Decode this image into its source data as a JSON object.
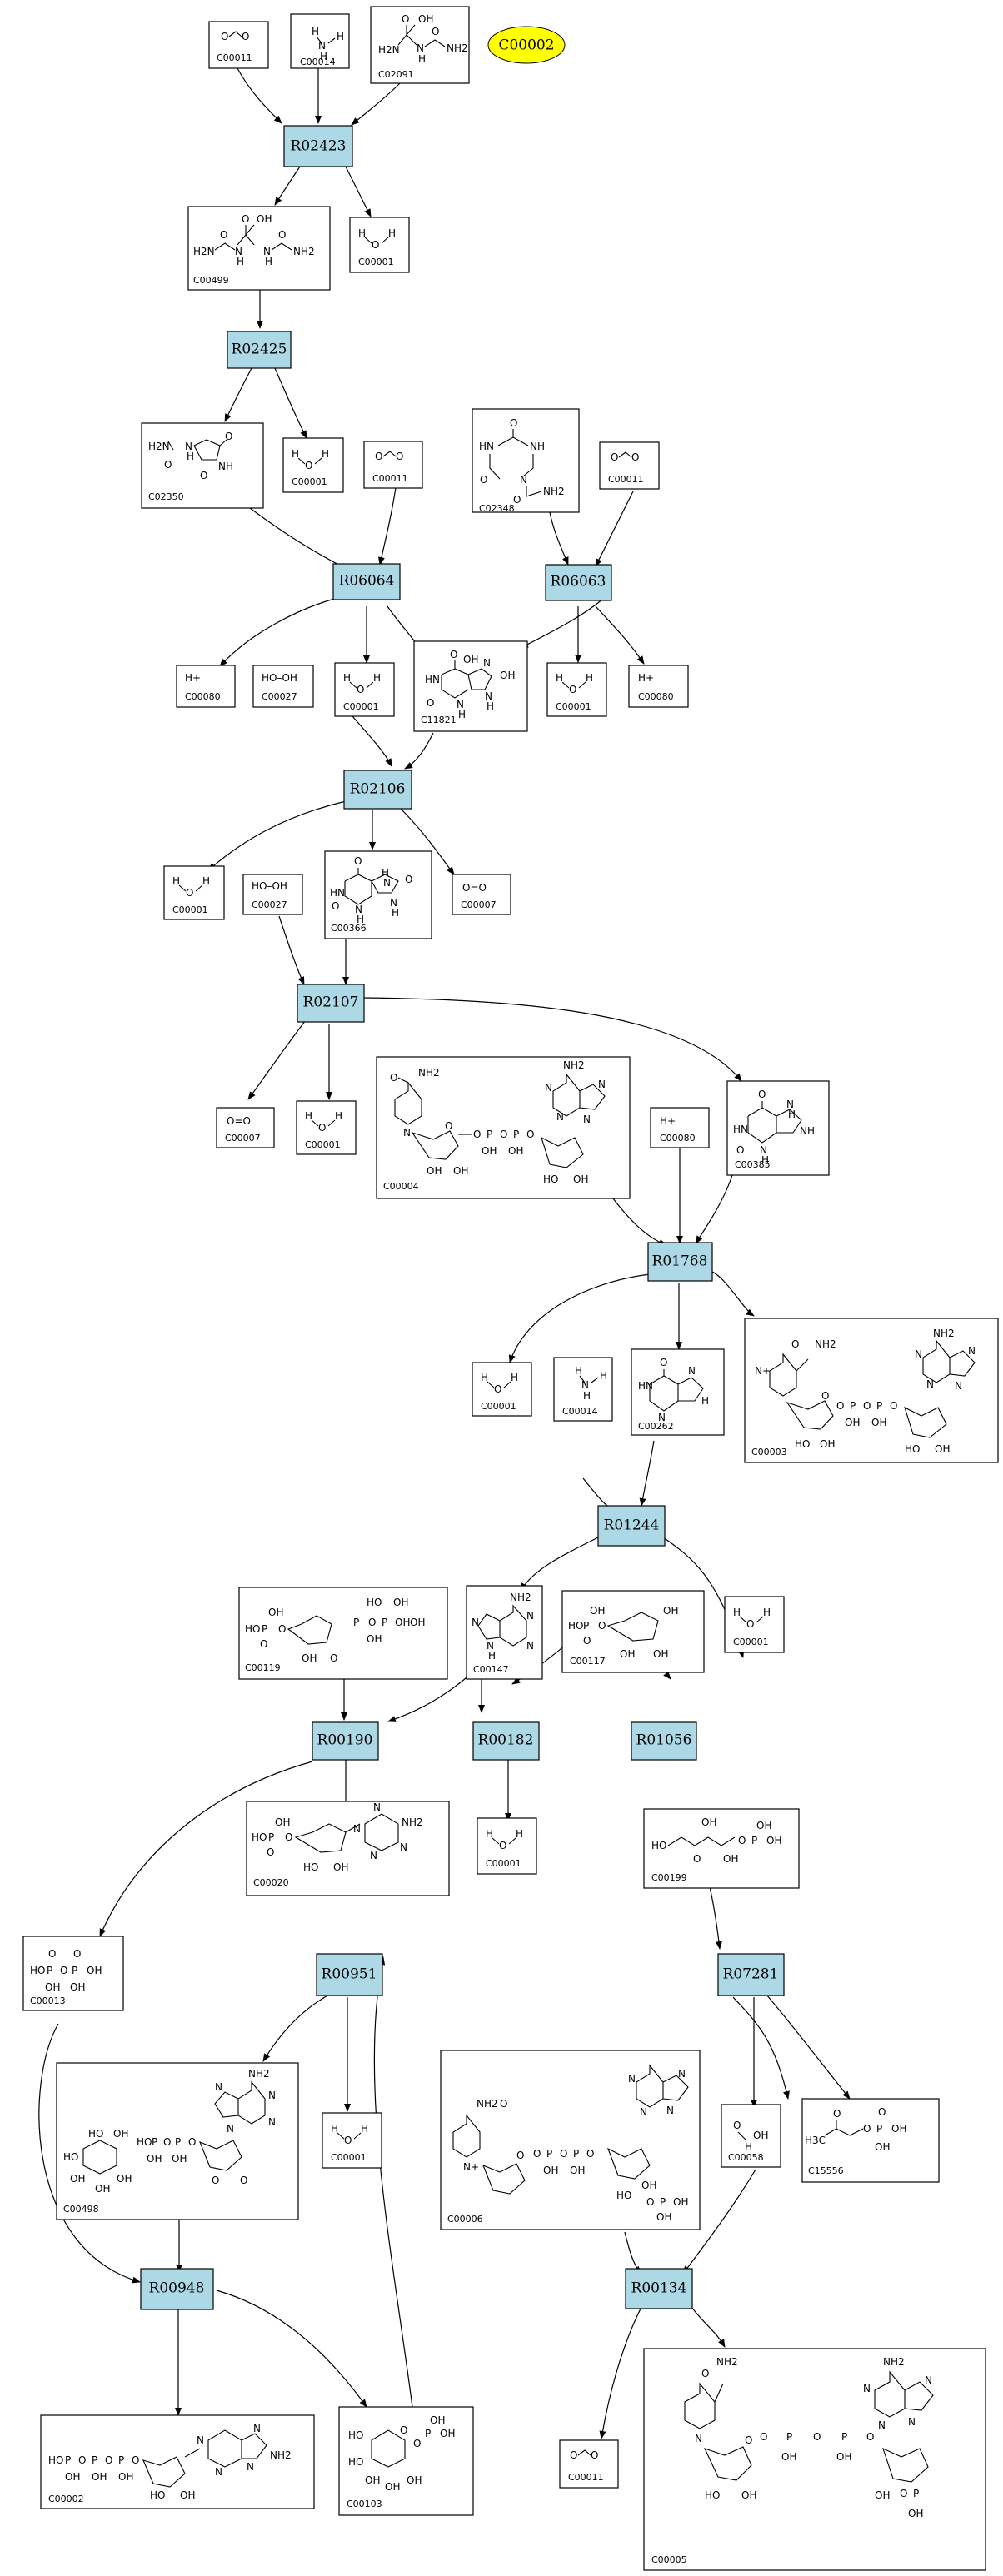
{
  "goal": {
    "id": "C00002",
    "color": "#ffff00"
  },
  "reaction_color": "#add8e6",
  "reactions": [
    {
      "id": "R02423"
    },
    {
      "id": "R02425"
    },
    {
      "id": "R06064"
    },
    {
      "id": "R06063"
    },
    {
      "id": "R02106"
    },
    {
      "id": "R02107"
    },
    {
      "id": "R01768"
    },
    {
      "id": "R01244"
    },
    {
      "id": "R00190"
    },
    {
      "id": "R00182"
    },
    {
      "id": "R01056"
    },
    {
      "id": "R00951"
    },
    {
      "id": "R07281"
    },
    {
      "id": "R00948"
    },
    {
      "id": "R00134"
    }
  ],
  "compounds": [
    {
      "key": "c00011_a",
      "id": "C00011",
      "atoms": [
        "O",
        "C",
        "O"
      ]
    },
    {
      "key": "c00014_a",
      "id": "C00014",
      "atoms": [
        "H",
        "N",
        "H",
        "H"
      ]
    },
    {
      "key": "c02091",
      "id": "C02091",
      "atoms": [
        "O",
        "OH",
        "H2N",
        "N",
        "H",
        "NH2",
        "O"
      ]
    },
    {
      "key": "c00499",
      "id": "C00499",
      "atoms": [
        "O",
        "OH",
        "H2N",
        "N",
        "H",
        "N",
        "H",
        "NH2",
        "O",
        "O"
      ]
    },
    {
      "key": "c00001_a",
      "id": "C00001",
      "atoms": [
        "H",
        "O",
        "H"
      ]
    },
    {
      "key": "c02350",
      "id": "C02350",
      "atoms": [
        "H2N",
        "N",
        "H",
        "O",
        "NH",
        "O",
        "O"
      ]
    },
    {
      "key": "c00001_b",
      "id": "C00001",
      "atoms": [
        "H",
        "O",
        "H"
      ]
    },
    {
      "key": "c00011_b",
      "id": "C00011",
      "atoms": [
        "O",
        "C",
        "O"
      ]
    },
    {
      "key": "c02348",
      "id": "C02348",
      "atoms": [
        "O",
        "HN",
        "NH",
        "O",
        "N",
        "O",
        "NH2"
      ]
    },
    {
      "key": "c00011_c",
      "id": "C00011",
      "atoms": [
        "O",
        "C",
        "O"
      ]
    },
    {
      "key": "c00080_a",
      "id": "C00080",
      "atoms": [
        "H+"
      ]
    },
    {
      "key": "c00027_a",
      "id": "C00027",
      "atoms": [
        "HO–OH"
      ]
    },
    {
      "key": "c00001_c",
      "id": "C00001",
      "atoms": [
        "H",
        "O",
        "H"
      ]
    },
    {
      "key": "c11821",
      "id": "C11821",
      "atoms": [
        "O",
        "OH",
        "HN",
        "N",
        "O",
        "N",
        "H",
        "N",
        "H",
        "OH"
      ]
    },
    {
      "key": "c00001_d",
      "id": "C00001",
      "atoms": [
        "H",
        "O",
        "H"
      ]
    },
    {
      "key": "c00080_b",
      "id": "C00080",
      "atoms": [
        "H+"
      ]
    },
    {
      "key": "c00001_e",
      "id": "C00001",
      "atoms": [
        "H",
        "O",
        "H"
      ]
    },
    {
      "key": "c00027_b",
      "id": "C00027",
      "atoms": [
        "HO–OH"
      ]
    },
    {
      "key": "c00366",
      "id": "C00366",
      "atoms": [
        "O",
        "HN",
        "H",
        "N",
        "O",
        "O",
        "N",
        "H",
        "N",
        "H"
      ]
    },
    {
      "key": "c00007_a",
      "id": "C00007",
      "atoms": [
        "O=O"
      ]
    },
    {
      "key": "c00007_b",
      "id": "C00007",
      "atoms": [
        "O=O"
      ]
    },
    {
      "key": "c00001_f",
      "id": "C00001",
      "atoms": [
        "H",
        "O",
        "H"
      ]
    },
    {
      "key": "c00004",
      "id": "C00004",
      "atoms": [
        "NH2",
        "O",
        "N",
        "O",
        "O",
        "P",
        "O",
        "P",
        "O",
        "OH",
        "OH",
        "NH2",
        "N",
        "N",
        "N",
        "N",
        "OH",
        "OH",
        "HO",
        "OH"
      ]
    },
    {
      "key": "c00080_c",
      "id": "C00080",
      "atoms": [
        "H+"
      ]
    },
    {
      "key": "c00385",
      "id": "C00385",
      "atoms": [
        "O",
        "HN",
        "N",
        "H",
        "N",
        "H",
        "NH",
        "O"
      ]
    },
    {
      "key": "c00001_g",
      "id": "C00001",
      "atoms": [
        "H",
        "O",
        "H"
      ]
    },
    {
      "key": "c00014_b",
      "id": "C00014",
      "atoms": [
        "H",
        "N",
        "H",
        "H"
      ]
    },
    {
      "key": "c00262",
      "id": "C00262",
      "atoms": [
        "O",
        "HN",
        "N",
        "N",
        "H"
      ]
    },
    {
      "key": "c00003",
      "id": "C00003",
      "atoms": [
        "O",
        "NH2",
        "N+",
        "O",
        "O",
        "P",
        "O",
        "P",
        "O",
        "OH",
        "OH",
        "NH2",
        "N",
        "N",
        "N",
        "N",
        "HO",
        "OH",
        "HO",
        "OH"
      ]
    },
    {
      "key": "c00119",
      "id": "C00119",
      "atoms": [
        "HO",
        "P",
        "OH",
        "O",
        "O",
        "HO",
        "OH",
        "OH",
        "O",
        "P",
        "O",
        "P",
        "OH",
        "OH",
        "OH"
      ]
    },
    {
      "key": "c00147",
      "id": "C00147",
      "atoms": [
        "NH2",
        "N",
        "N",
        "N",
        "N",
        "H"
      ]
    },
    {
      "key": "c00117",
      "id": "C00117",
      "atoms": [
        "HO",
        "P",
        "OH",
        "O",
        "O",
        "OH",
        "OH",
        "OH"
      ]
    },
    {
      "key": "c00001_h",
      "id": "C00001",
      "atoms": [
        "H",
        "O",
        "H"
      ]
    },
    {
      "key": "c00020",
      "id": "C00020",
      "atoms": [
        "HO",
        "P",
        "OH",
        "O",
        "O",
        "N",
        "N",
        "NH2",
        "N",
        "N",
        "HO",
        "OH"
      ]
    },
    {
      "key": "c00001_i",
      "id": "C00001",
      "atoms": [
        "H",
        "O",
        "H"
      ]
    },
    {
      "key": "c00199",
      "id": "C00199",
      "atoms": [
        "HO",
        "OH",
        "O",
        "O",
        "P",
        "OH",
        "OH",
        "OH"
      ]
    },
    {
      "key": "c00013",
      "id": "C00013",
      "atoms": [
        "HO",
        "P",
        "O",
        "P",
        "OH",
        "OH",
        "OH",
        "O",
        "O"
      ]
    },
    {
      "key": "c00498",
      "id": "C00498",
      "atoms": [
        "NH2",
        "N",
        "N",
        "N",
        "N",
        "HO",
        "P",
        "O",
        "P",
        "O",
        "OH",
        "OH",
        "O",
        "O",
        "HO",
        "OH",
        "OH",
        "OH",
        "HO",
        "OH"
      ]
    },
    {
      "key": "c00001_j",
      "id": "C00001",
      "atoms": [
        "H",
        "O",
        "H"
      ]
    },
    {
      "key": "c00006",
      "id": "C00006",
      "atoms": [
        "NH2",
        "O",
        "N+",
        "O",
        "O",
        "P",
        "O",
        "P",
        "O",
        "OH",
        "OH",
        "N",
        "N",
        "N",
        "N",
        "HO",
        "OH",
        "O",
        "P",
        "OH",
        "OH"
      ]
    },
    {
      "key": "c00058",
      "id": "C00058",
      "atoms": [
        "O",
        "H",
        "OH"
      ]
    },
    {
      "key": "c15556",
      "id": "C15556",
      "atoms": [
        "O",
        "H3C",
        "O",
        "P",
        "OH",
        "OH",
        "O"
      ]
    },
    {
      "key": "c00002",
      "id": "C00002",
      "atoms": [
        "HO",
        "P",
        "O",
        "P",
        "O",
        "P",
        "O",
        "OH",
        "OH",
        "OH",
        "N",
        "N",
        "NH2",
        "N",
        "N",
        "HO",
        "OH"
      ]
    },
    {
      "key": "c00103",
      "id": "C00103",
      "atoms": [
        "HO",
        "O",
        "O",
        "P",
        "OH",
        "OH",
        "HO",
        "OH",
        "OH",
        "OH"
      ]
    },
    {
      "key": "c00011_d",
      "id": "C00011",
      "atoms": [
        "O",
        "C",
        "O"
      ]
    },
    {
      "key": "c00005",
      "id": "C00005",
      "atoms": [
        "O",
        "NH2",
        "N",
        "O",
        "O",
        "P",
        "O",
        "P",
        "O",
        "OH",
        "OH",
        "NH2",
        "N",
        "N",
        "N",
        "N",
        "HO",
        "OH",
        "O",
        "P",
        "OH",
        "OH"
      ]
    }
  ]
}
